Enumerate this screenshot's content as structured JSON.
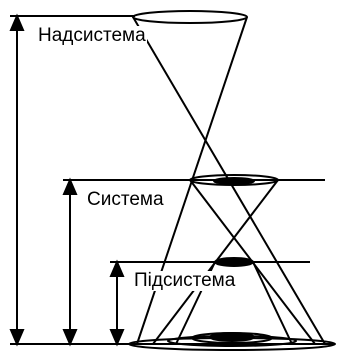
{
  "labels": {
    "supersystem": "Надсистема",
    "system": "Система",
    "subsystem": "Підсистема"
  },
  "colors": {
    "stroke": "#000000",
    "background": "#ffffff"
  }
}
